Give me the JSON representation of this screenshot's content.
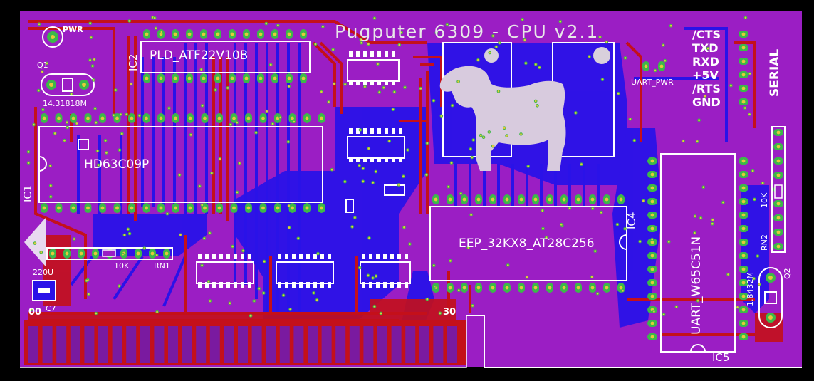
{
  "board": {
    "title": "Pugputer 6309 - CPU v2.1",
    "colors": {
      "background": "#000000",
      "substrate": "#9b1ec4",
      "copper_top": "#c4101a",
      "copper_bottom": "#2a12e8",
      "pad": "#3cb84a",
      "drill": "#e6c93a",
      "silkscreen": "#ffffff"
    }
  },
  "components": {
    "ic1": {
      "ref": "IC1",
      "value": "HD63C09P"
    },
    "ic2": {
      "ref": "IC2",
      "value": "PLD_ATF22V10B"
    },
    "ic4": {
      "ref": "IC4",
      "value": "EEP_32KX8_AT28C256"
    },
    "ic5": {
      "ref": "IC5",
      "value": "UART_W65C51N"
    },
    "q1": {
      "ref": "Q1",
      "value": "14.31818M"
    },
    "q2": {
      "ref": "Q2",
      "value": "1.8432M"
    },
    "rn1": {
      "ref": "RN1",
      "value": "10K"
    },
    "rn2": {
      "ref": "RN2",
      "value": "10K"
    },
    "c7": {
      "ref": "C7",
      "value": "220U"
    },
    "pwr": {
      "ref": "PWR"
    },
    "uart_pwr": {
      "ref": "UART_PWR"
    }
  },
  "serial": {
    "heading": "SERIAL",
    "pins": [
      "/CTS",
      "TXD",
      "RXD",
      "+5V",
      "/RTS",
      "GND"
    ]
  },
  "edge_labels": {
    "left": "00",
    "right": "30"
  },
  "logo": "pug-silhouette-icon"
}
